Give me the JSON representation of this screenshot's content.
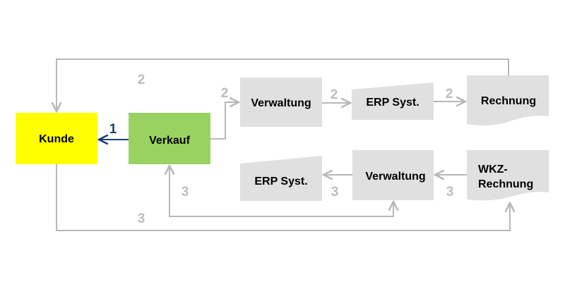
{
  "colors": {
    "customer": "#ffff00",
    "sales": "#9ad262",
    "process": "#e0e0e0",
    "connector": "#b8b8b8",
    "primary_connector": "#1f3f6e",
    "step_label": "#bdbdbd"
  },
  "nodes": {
    "kunde": {
      "label": "Kunde"
    },
    "verkauf": {
      "label": "Verkauf"
    },
    "verwaltung_top": {
      "label": "Verwaltung"
    },
    "erp_top": {
      "label": "ERP Syst."
    },
    "rechnung": {
      "label": "Rechnung"
    },
    "erp_bottom": {
      "label": "ERP Syst."
    },
    "verwaltung_bottom": {
      "label": "Verwaltung"
    },
    "wkz_rechnung": {
      "line1": "WKZ-",
      "line2": "Rechnung"
    }
  },
  "steps": {
    "verkauf_to_kunde": "1",
    "rechnung_to_kunde": "2",
    "verkauf_to_verwaltung": "2",
    "verwaltung_to_erp": "2",
    "erp_to_rechnung": "2",
    "verwaltung_to_verkauf": "3",
    "kunde_to_wkz": "3",
    "verwaltung_to_erp_bottom": "3",
    "wkz_to_verwaltung": "3"
  }
}
